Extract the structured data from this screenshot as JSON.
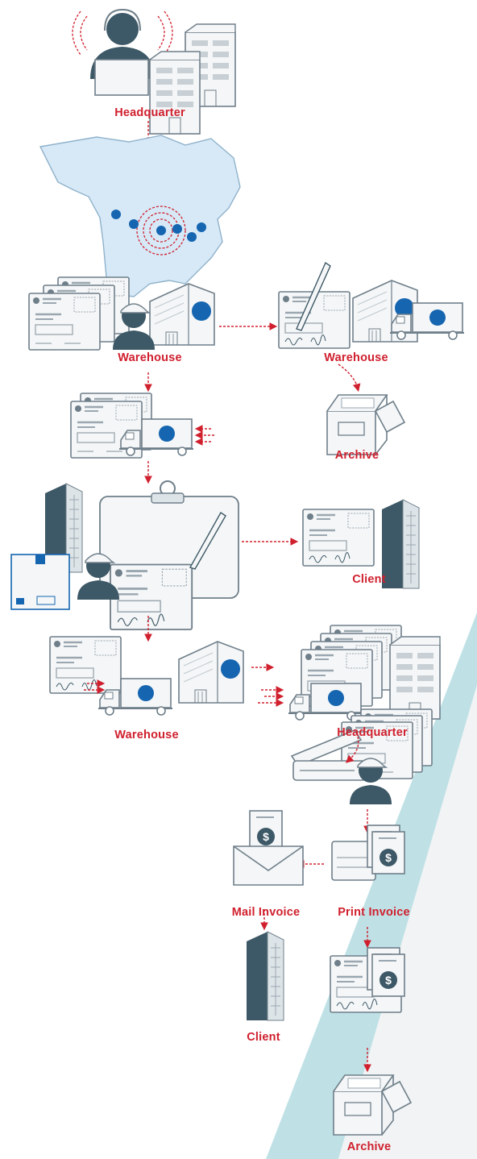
{
  "colors": {
    "accent_red": "#d0202e",
    "dot_blue": "#1565b0",
    "outline_gray": "#6f7f8a",
    "fill_light": "#f4f6f7",
    "map_fill": "#d7e9f7",
    "building_dark": "#3d5866",
    "band_teal": "#bfe1e6"
  },
  "steps": {
    "headquarter_top": "Headquarter",
    "warehouse_main": "Warehouse",
    "warehouse_sign": "Warehouse",
    "archive_top": "Archive",
    "client_top": "Client",
    "warehouse_return": "Warehouse",
    "headquarter_bottom": "Headquarter",
    "mail_invoice": "Mail Invoice",
    "print_invoice": "Print Invoice",
    "client_bottom": "Client",
    "archive_bottom": "Archive"
  },
  "illustrations": [
    "support-agent-icon",
    "headquarter-building-icon",
    "north-america-map-icon",
    "document-stack-icon",
    "worker-icon",
    "warehouse-icon",
    "truck-icon",
    "signed-document-icon",
    "archive-box-icon",
    "clipboard-icon",
    "client-building-icon",
    "scanner-icon",
    "invoice-icon",
    "envelope-icon",
    "printer-icon"
  ]
}
